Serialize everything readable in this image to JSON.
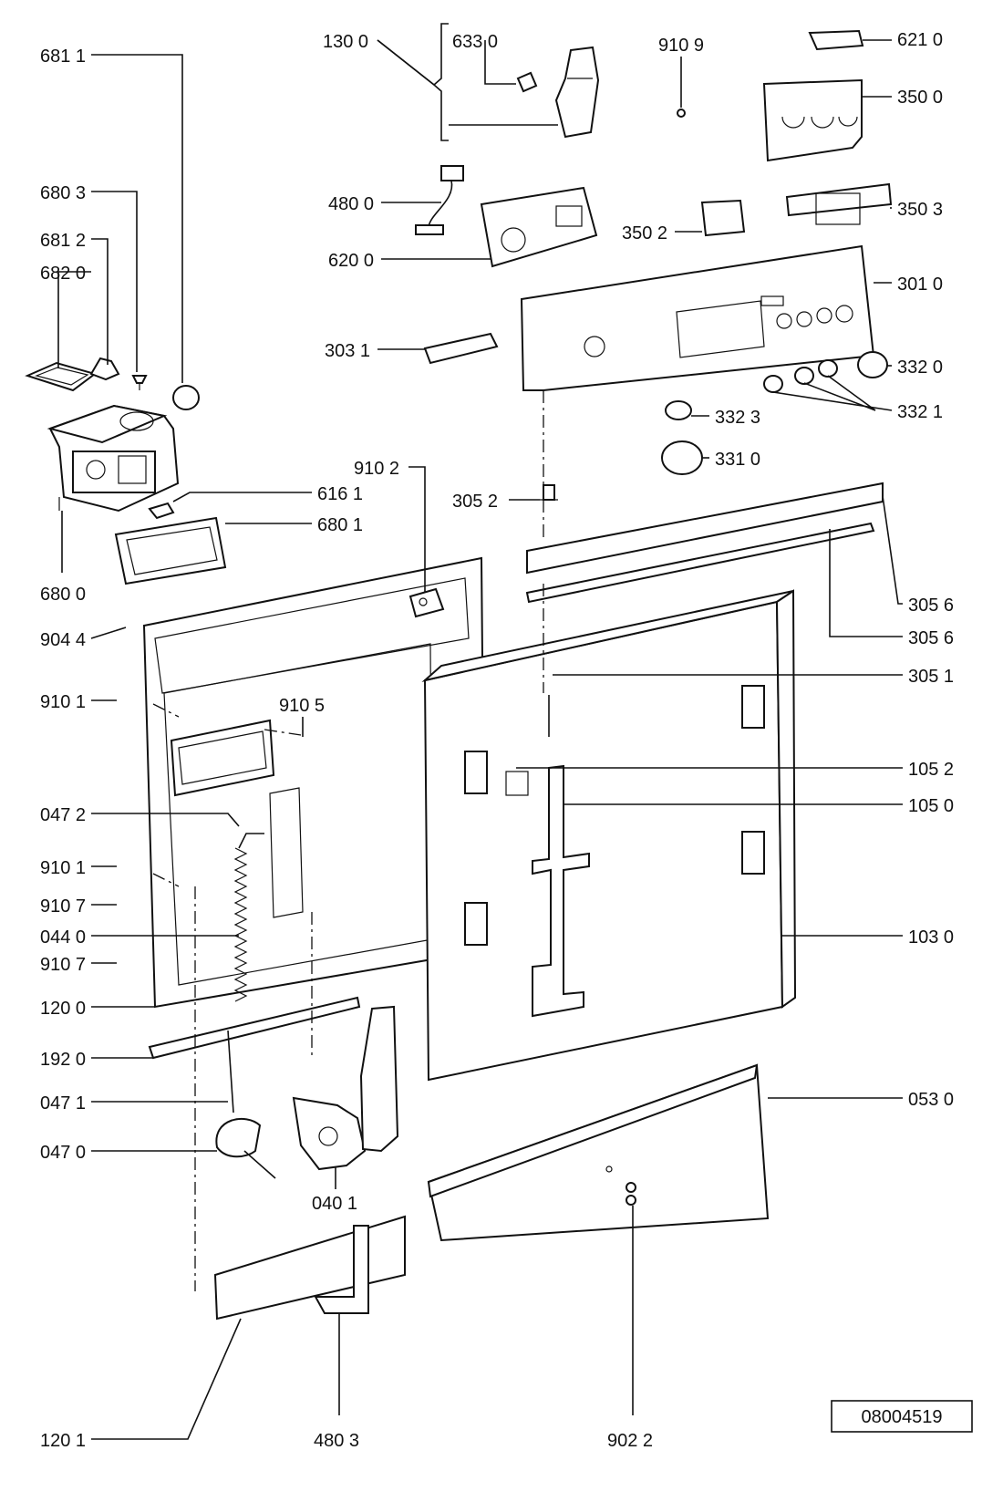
{
  "document_ref": "08004519",
  "labels": {
    "p6811": "681 1",
    "p6803": "680 3",
    "p6812": "681 2",
    "p6820": "682 0",
    "p6800": "680 0",
    "p6161": "616 1",
    "p6801": "680 1",
    "p1300": "130 0",
    "p6330": "633 0",
    "p9109": "910 9",
    "p6210": "621 0",
    "p3500": "350 0",
    "p4800": "480 0",
    "p6200": "620 0",
    "p3502": "350 2",
    "p3503": "350 3",
    "p3010": "301 0",
    "p3031": "303 1",
    "p3320": "332 0",
    "p3321": "332 1",
    "p3323": "332 3",
    "p3310": "331 0",
    "p9102": "910 2",
    "p3052": "305 2",
    "p3056a": "305 6",
    "p3056b": "305 6",
    "p9044": "904 4",
    "p3051": "305 1",
    "p9101a": "910 1",
    "p9105": "910 5",
    "p1052": "105 2",
    "p1050": "105 0",
    "p0472": "047 2",
    "p9101b": "910 1",
    "p9107a": "910 7",
    "p0440": "044 0",
    "p1030": "103 0",
    "p9107b": "910 7",
    "p1200": "120 0",
    "p1920": "192 0",
    "p0471": "047 1",
    "p0530": "053 0",
    "p0470": "047 0",
    "p0401": "040 1",
    "p1201": "120 1",
    "p4803": "480 3",
    "p9022": "902 2"
  }
}
